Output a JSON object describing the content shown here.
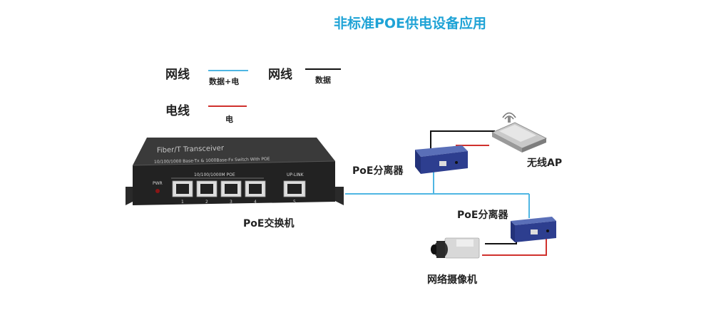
{
  "title": "非标准POE供电设备应用",
  "legend": {
    "net1_label": "网线",
    "net1_caption": "数据+电",
    "net2_label": "网线",
    "net2_caption": "数据",
    "power_label": "电线",
    "power_caption": "电",
    "colors": {
      "data_power": "#4fb6e3",
      "data": "#111111",
      "power": "#d0312d"
    }
  },
  "switch": {
    "label": "PoE交换机",
    "model": "Fiber/T Transceiver",
    "spec": "10/100/1000 Base-Tx & 1000Base-Fx Switch With POE",
    "poe_group": "10/100/1000M  POE",
    "uplink": "UP-LINK",
    "pwr": "PWR",
    "ports": [
      "1",
      "2",
      "3",
      "4",
      "5"
    ]
  },
  "splitter_top": {
    "label": "PoE分离器"
  },
  "splitter_bottom": {
    "label": "PoE分离器"
  },
  "ap": {
    "label": "无线AP"
  },
  "camera": {
    "label": "网络摄像机"
  }
}
